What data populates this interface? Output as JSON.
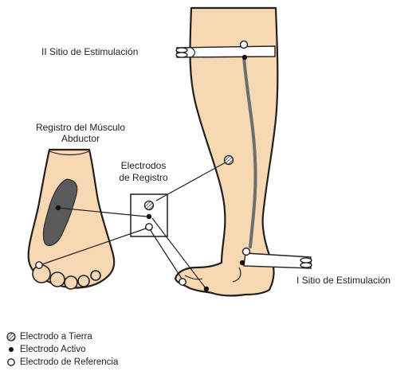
{
  "labels": {
    "site2": "II Sitio de Estimulación",
    "site1": "I Sitio de Estimulación",
    "abductor_line1": "Registro del Músculo",
    "abductor_line2": "Abductor",
    "electrodes_line1": "Electrodos",
    "electrodes_line2": "de Registro"
  },
  "legend": [
    {
      "icon": "hatched-circle-icon",
      "label": "Electrodo a Tierra"
    },
    {
      "icon": "filled-dot-icon",
      "label": "Electrodo Activo"
    },
    {
      "icon": "hollow-circle-icon",
      "label": "Electrodo de Referencia"
    }
  ],
  "colors": {
    "skin": "#f6d8b3",
    "outline": "#231f20",
    "muscle": "#5a5a5a",
    "nerve": "#6e6e6e"
  }
}
